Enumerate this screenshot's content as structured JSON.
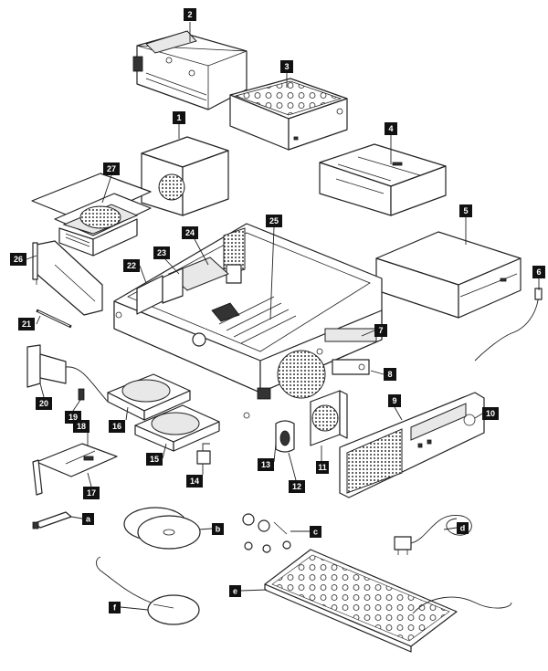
{
  "diagram": {
    "callouts": [
      {
        "id": "1",
        "label": "1"
      },
      {
        "id": "2",
        "label": "2"
      },
      {
        "id": "3",
        "label": "3"
      },
      {
        "id": "4",
        "label": "4"
      },
      {
        "id": "5",
        "label": "5"
      },
      {
        "id": "6",
        "label": "6"
      },
      {
        "id": "7",
        "label": "7"
      },
      {
        "id": "8",
        "label": "8"
      },
      {
        "id": "9",
        "label": "9"
      },
      {
        "id": "10",
        "label": "10"
      },
      {
        "id": "11",
        "label": "11"
      },
      {
        "id": "12",
        "label": "12"
      },
      {
        "id": "13",
        "label": "13"
      },
      {
        "id": "14",
        "label": "14"
      },
      {
        "id": "15",
        "label": "15"
      },
      {
        "id": "16",
        "label": "16"
      },
      {
        "id": "17",
        "label": "17"
      },
      {
        "id": "18",
        "label": "18"
      },
      {
        "id": "19",
        "label": "19"
      },
      {
        "id": "20",
        "label": "20"
      },
      {
        "id": "21",
        "label": "21"
      },
      {
        "id": "22",
        "label": "22"
      },
      {
        "id": "23",
        "label": "23"
      },
      {
        "id": "24",
        "label": "24"
      },
      {
        "id": "25",
        "label": "25"
      },
      {
        "id": "26",
        "label": "26"
      },
      {
        "id": "27",
        "label": "27"
      },
      {
        "id": "a",
        "label": "a"
      },
      {
        "id": "b",
        "label": "b"
      },
      {
        "id": "c",
        "label": "c"
      },
      {
        "id": "d",
        "label": "d"
      },
      {
        "id": "e",
        "label": "e"
      },
      {
        "id": "f",
        "label": "f"
      }
    ]
  }
}
